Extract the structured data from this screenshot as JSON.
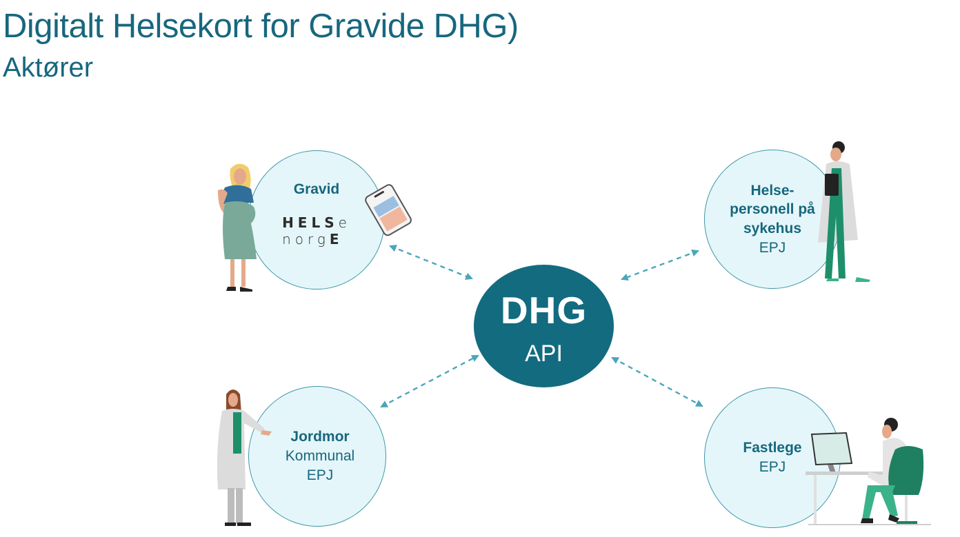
{
  "header": {
    "title": "Digitalt Helsekort for Gravide DHG)",
    "subtitle": "Aktører"
  },
  "hub": {
    "title": "DHG",
    "subtitle": "API",
    "color": "#136b80"
  },
  "actors": [
    {
      "id": "gravid",
      "name": "Gravid",
      "sub": "",
      "logo": {
        "line1_bold": "HELS",
        "line1_light": "e",
        "line2_light": "norg",
        "line2_bold": "E"
      },
      "illustration": "pregnant-woman-with-phone"
    },
    {
      "id": "sykehus",
      "name_lines": [
        "Helse-",
        "personell på",
        "sykehus"
      ],
      "sub": "EPJ",
      "illustration": "hospital-doctor"
    },
    {
      "id": "jordmor",
      "name": "Jordmor",
      "sub_lines": [
        "Kommunal",
        "EPJ"
      ],
      "illustration": "midwife"
    },
    {
      "id": "fastlege",
      "name": "Fastlege",
      "sub": "EPJ",
      "illustration": "gp-at-computer"
    }
  ],
  "connectors": [
    {
      "from": "gravid",
      "to": "hub",
      "style": "dashed-bidirectional"
    },
    {
      "from": "sykehus",
      "to": "hub",
      "style": "dashed-bidirectional"
    },
    {
      "from": "jordmor",
      "to": "hub",
      "style": "dashed-bidirectional"
    },
    {
      "from": "fastlege",
      "to": "hub",
      "style": "dashed-bidirectional"
    }
  ],
  "colors": {
    "title": "#17677e",
    "circle_fill": "#e4f6f9",
    "circle_border": "#3f97a8",
    "arrow": "#4aa6bb",
    "scrubs_green": "#1e8f6b"
  }
}
